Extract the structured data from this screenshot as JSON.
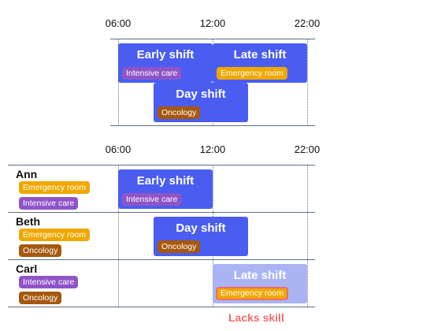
{
  "colors": {
    "shift": "#4a5df0",
    "shift_unassignable": "#aab4f5",
    "intensive_care": "#8f55c8",
    "emergency_room": "#f0a800",
    "oncology": "#a6580e",
    "warning": "#f06b6b"
  },
  "timeline": {
    "ticks": [
      "06:00",
      "12:00",
      "22:00"
    ]
  },
  "shifts": {
    "early": {
      "title": "Early shift",
      "skill": "Intensive care"
    },
    "late": {
      "title": "Late shift",
      "skill": "Emergency room"
    },
    "day": {
      "title": "Day shift",
      "skill": "Oncology"
    }
  },
  "employees": [
    {
      "name": "Ann",
      "skills": [
        "Emergency room",
        "Intensive care"
      ]
    },
    {
      "name": "Beth",
      "skills": [
        "Emergency room",
        "Oncology"
      ]
    },
    {
      "name": "Carl",
      "skills": [
        "Intensive care",
        "Oncology"
      ]
    }
  ],
  "warning": "Lacks skill"
}
